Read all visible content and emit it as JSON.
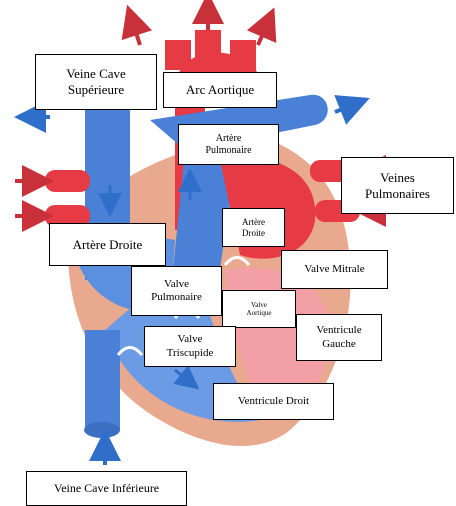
{
  "labels": {
    "veine_cave_superieure": "Veine Cave\nSupérieure",
    "arc_aortique": "Arc Aortique",
    "artere_pulmonaire": "Artère\nPulmonaire",
    "veines_pulmonaires": "Veines\nPulmonaires",
    "artere_droite_small": "Artère\nDroite",
    "artere_droite": "Artère Droite",
    "valve_mitrale": "Valve Mitrale",
    "valve_pulmonaire": "Valve\nPulmonaire",
    "valve_aortique": "Valve\nAortique",
    "ventricule_gauche": "Ventricule\nGauche",
    "valve_tricuspide": "Valve\nTriscupide",
    "ventricule_droit": "Ventricule Droit",
    "veine_cave_inferieure": "Veine Cave Inférieure"
  },
  "colors": {
    "oxygenated": "#e63b45",
    "deoxygenated": "#4a80d6",
    "muscle": "#e9a98e",
    "arrow_red": "#c8303a",
    "arrow_blue": "#2f6fc9"
  }
}
